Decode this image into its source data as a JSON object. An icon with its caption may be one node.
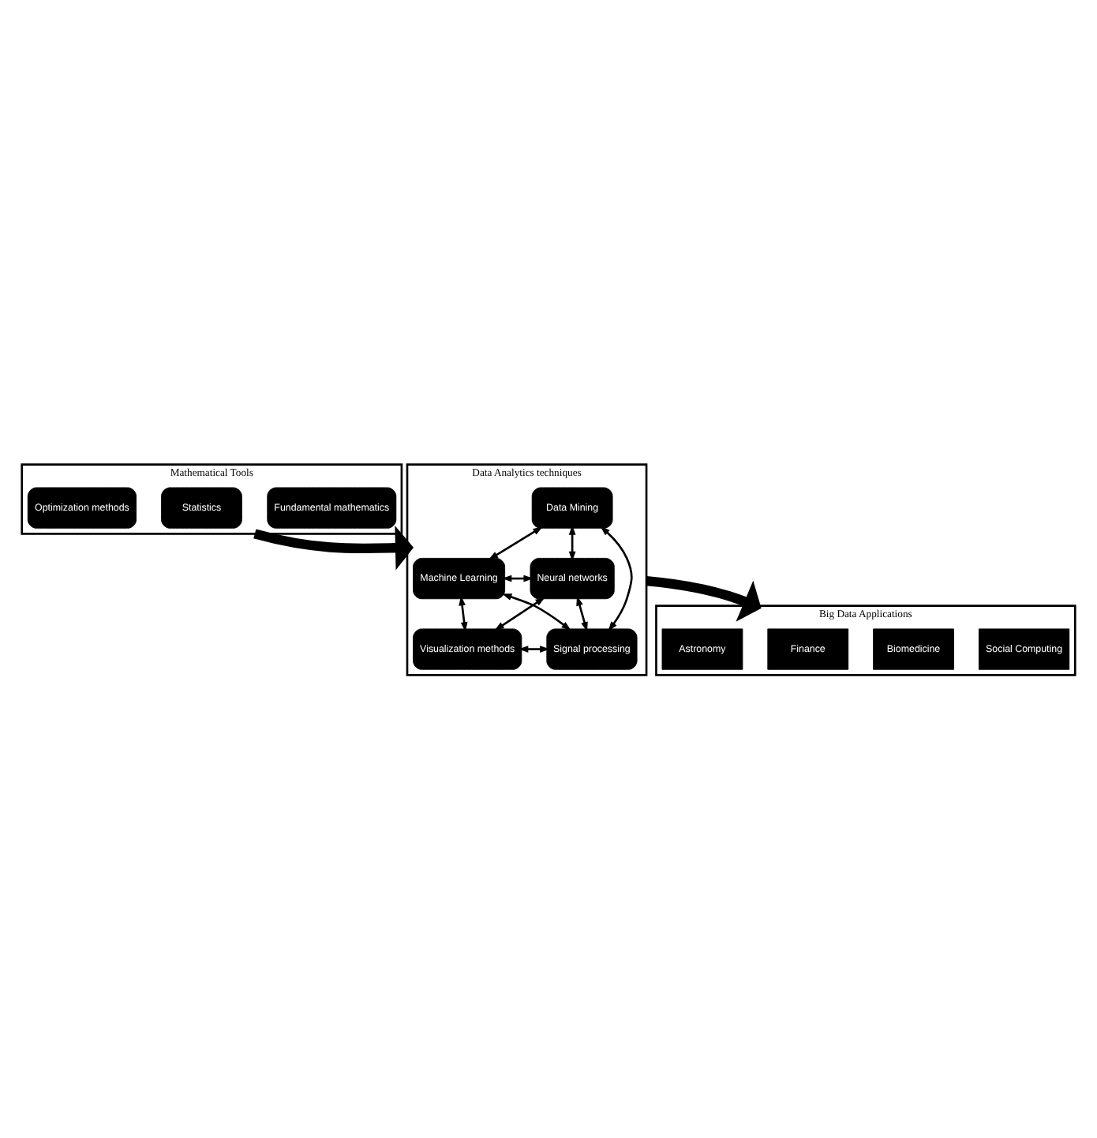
{
  "diagram": {
    "nodes": [
      {
        "text": [
          "Mathematical Tools"
        ]
      },
      {
        "text": [
          "Fundamental mathematics"
        ],
        "in": 0
      },
      {
        "text": [
          "Statistics"
        ],
        "in": 0
      },
      {
        "text": [
          "Optimization methods"
        ],
        "in": 0
      },
      {
        "text": [
          "Data Analytics techniques"
        ]
      },
      {
        "text": [
          "Data Mining"
        ],
        "in": 4
      },
      {
        "text": [
          "Machine Learning"
        ],
        "in": 4
      },
      {
        "text": [
          "Neural networks"
        ],
        "in": 4
      },
      {
        "text": [
          "Signal processing"
        ],
        "in": 4
      },
      {
        "text": [
          "Visualization methods"
        ],
        "in": 4
      },
      {
        "text": [
          "Big Data Applications"
        ]
      },
      {
        "text": [
          "Social Computing"
        ],
        "in": 10
      },
      {
        "text": [
          "Biomedicine"
        ],
        "in": 10
      },
      {
        "text": [
          "Finance"
        ],
        "in": 10
      },
      {
        "text": [
          "Astronomy"
        ],
        "in": 10
      }
    ],
    "edges": [
      {
        "from": 0,
        "to": 4,
        "arrow": "to",
        "style": "thick"
      },
      {
        "from": 5,
        "to": 6,
        "arrow": "both"
      },
      {
        "from": 5,
        "to": 7,
        "arrow": "both"
      },
      {
        "from": 6,
        "to": 7,
        "arrow": "both"
      },
      {
        "from": 5,
        "to": 8,
        "arrow": "both"
      },
      {
        "from": 6,
        "to": 9,
        "arrow": "both"
      },
      {
        "from": 7,
        "to": 8,
        "arrow": "both"
      },
      {
        "from": 6,
        "to": 8,
        "arrow": "both"
      },
      {
        "from": 7,
        "to": 9,
        "arrow": "both"
      },
      {
        "from": 8,
        "to": 9,
        "arrow": "both"
      },
      {
        "from": 4,
        "to": 10,
        "arrow": "to",
        "style": "thick"
      }
    ]
  }
}
